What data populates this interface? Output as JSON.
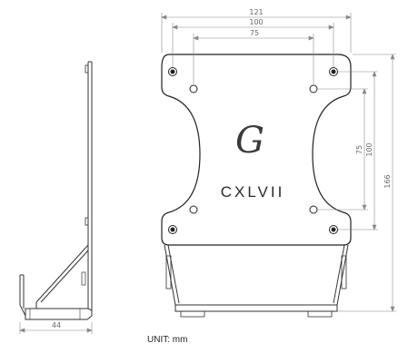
{
  "dimensions": {
    "overall_width": "121",
    "outer_hole_spacing": "100",
    "inner_hole_spacing": "75",
    "vertical_inner": "75",
    "vertical_outer": "100",
    "overall_height": "166",
    "side_depth": "44"
  },
  "plate": {
    "logo_letter": "G",
    "model_name": "CXLVII"
  },
  "unit_label": "UNIT: mm"
}
